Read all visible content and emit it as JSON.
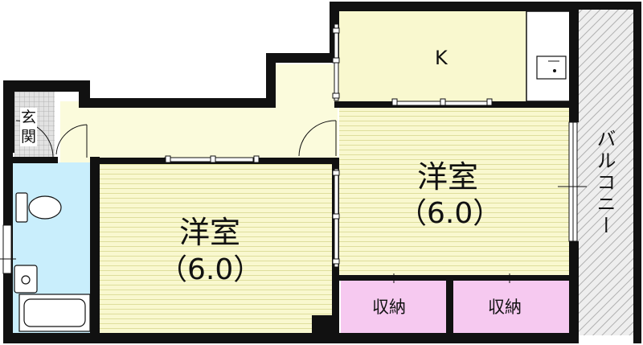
{
  "plan": {
    "entrance_label_top": "玄",
    "entrance_label_bottom": "関",
    "kitchen_label": "K",
    "balcony_label": "バルコニー",
    "west_room": {
      "name": "洋室",
      "size": "（6.0）"
    },
    "east_room": {
      "name": "洋室",
      "size": "（6.0）"
    },
    "closet_left_label": "収納",
    "closet_right_label": "収納"
  },
  "colors": {
    "wall": "#111111",
    "room_floor": "#f9f8cf",
    "tatami_lines": "#cfcf9a",
    "hall_floor": "#fbfbdc",
    "bath": "#c9eefc",
    "closet": "#f6c9f0",
    "balcony": "#e6e6e6",
    "entrance_tile": "#d8d8d8"
  }
}
